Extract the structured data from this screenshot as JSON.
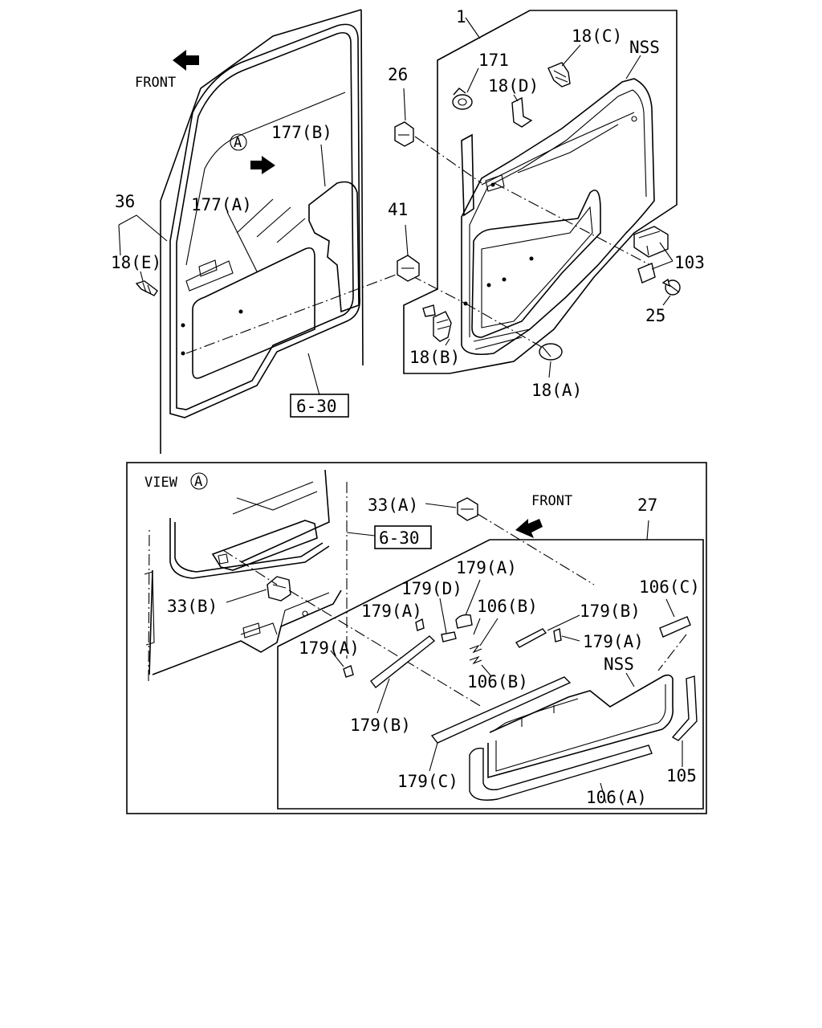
{
  "diagram": {
    "front_top": "FRONT",
    "front_view": "FRONT",
    "view_a": "VIEW",
    "circle_a": "A",
    "callouts": {
      "c1": "1",
      "c18c": "18(C)",
      "nss_top": "NSS",
      "c171": "171",
      "c18d": "18(D)",
      "c26": "26",
      "c177b": "177(B)",
      "c177a": "177(A)",
      "c36": "36",
      "c18e": "18(E)",
      "c41": "41",
      "c103": "103",
      "c25": "25",
      "c18b": "18(B)",
      "c18a": "18(A)",
      "ref_630_top": "6-30",
      "ref_630_view": "6-30",
      "c33a": "33(A)",
      "c27": "27",
      "c33b": "33(B)",
      "c179a_1": "179(A)",
      "c179d": "179(D)",
      "c106b_1": "106(B)",
      "c106c": "106(C)",
      "c179a_2": "179(A)",
      "c179b_1": "179(B)",
      "c179a_3": "179(A)",
      "c179a_4": "179(A)",
      "nss_view": "NSS",
      "c106b_2": "106(B)",
      "c179b_2": "179(B)",
      "c179c": "179(C)",
      "c106a": "106(A)",
      "c105": "105"
    }
  }
}
